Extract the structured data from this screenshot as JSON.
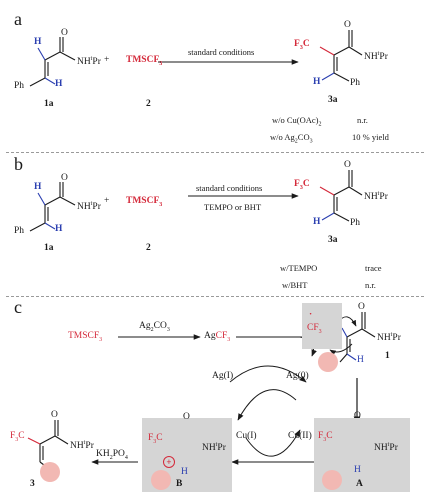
{
  "colors": {
    "cf3_red": "#d4293a",
    "hydrogen_blue": "#2b3fb0",
    "substituent_pink": "#f2b8b3",
    "box_gray": "#d5d5d5"
  },
  "panel_a": {
    "label": "a",
    "sm_amide": "NH",
    "sm_ipr": "Pr",
    "ipr_sup": "i",
    "sm_ph": "Ph",
    "sm_h": "H",
    "sm_o": "O",
    "sm_id": "1a",
    "plus": "+",
    "reagent": "TMSCF",
    "reagent_sub": "3",
    "reagent_id": "2",
    "arrow_label": "standard conditions",
    "prod_cf3": "F",
    "prod_cf3_sub": "3",
    "prod_cf3_tail": "C",
    "prod_amide": "NH",
    "prod_ipr": "Pr",
    "prod_ph": "Ph",
    "prod_h": "H",
    "prod_o": "O",
    "prod_id": "3a",
    "ctrl1_label": "w/o Cu(OAc)",
    "ctrl1_sub": "2",
    "ctrl1_result": "n.r.",
    "ctrl2_label": "w/o Ag",
    "ctrl2_sub1": "2",
    "ctrl2_mid": "CO",
    "ctrl2_sub2": "3",
    "ctrl2_result": "10 % yield"
  },
  "panel_b": {
    "label": "b",
    "sm_amide": "NH",
    "sm_ipr": "Pr",
    "sm_ph": "Ph",
    "sm_h": "H",
    "sm_o": "O",
    "sm_id": "1a",
    "plus": "+",
    "reagent": "TMSCF",
    "reagent_sub": "3",
    "reagent_id": "2",
    "arrow_label_top": "standard conditions",
    "arrow_label_bottom": "TEMPO or BHT",
    "prod_cf3": "F",
    "prod_cf3_sub": "3",
    "prod_cf3_tail": "C",
    "prod_amide": "NH",
    "prod_ipr": "Pr",
    "prod_ph": "Ph",
    "prod_h": "H",
    "prod_o": "O",
    "prod_id": "3a",
    "ctrl1_label": "w/TEMPO",
    "ctrl1_result": "trace",
    "ctrl2_label": "w/BHT",
    "ctrl2_result": "n.r."
  },
  "panel_c": {
    "label": "c",
    "tmscf3": "TMSCF",
    "tmscf3_sub": "3",
    "ag2co3": "Ag",
    "ag2co3_sub1": "2",
    "ag2co3_mid": "CO",
    "ag2co3_sub2": "3",
    "agcf3_ag": "Ag",
    "agcf3_cf": "CF",
    "agcf3_sub": "3",
    "radical_cf": "CF",
    "radical_sub": "3",
    "radical_dot": "·",
    "sub1_amide": "NH",
    "sub1_ipr": "Pr",
    "sub1_h": "H",
    "sub1_o": "O",
    "sub1_id": "1",
    "ag_i": "Ag(I)",
    "ag_0": "Ag(0)",
    "cu_i": "Cu(I)",
    "cu_ii": "Cu(II)",
    "intA_cf": "F",
    "intA_sub": "3",
    "intA_tail": "C",
    "intA_amide": "NH",
    "intA_ipr": "Pr",
    "intA_h": "H",
    "intA_o": "O",
    "intA_id": "A",
    "intB_cf": "F",
    "intB_sub": "3",
    "intB_tail": "C",
    "intB_amide": "NH",
    "intB_ipr": "Pr",
    "intB_h": "H",
    "intB_o": "O",
    "intB_plus": "+",
    "intB_id": "B",
    "base_k": "KH",
    "base_sub1": "2",
    "base_po": "PO",
    "base_sub2": "4",
    "prod_cf": "F",
    "prod_sub": "3",
    "prod_tail": "C",
    "prod_amide": "NH",
    "prod_ipr": "Pr",
    "prod_o": "O",
    "prod_id": "3"
  }
}
